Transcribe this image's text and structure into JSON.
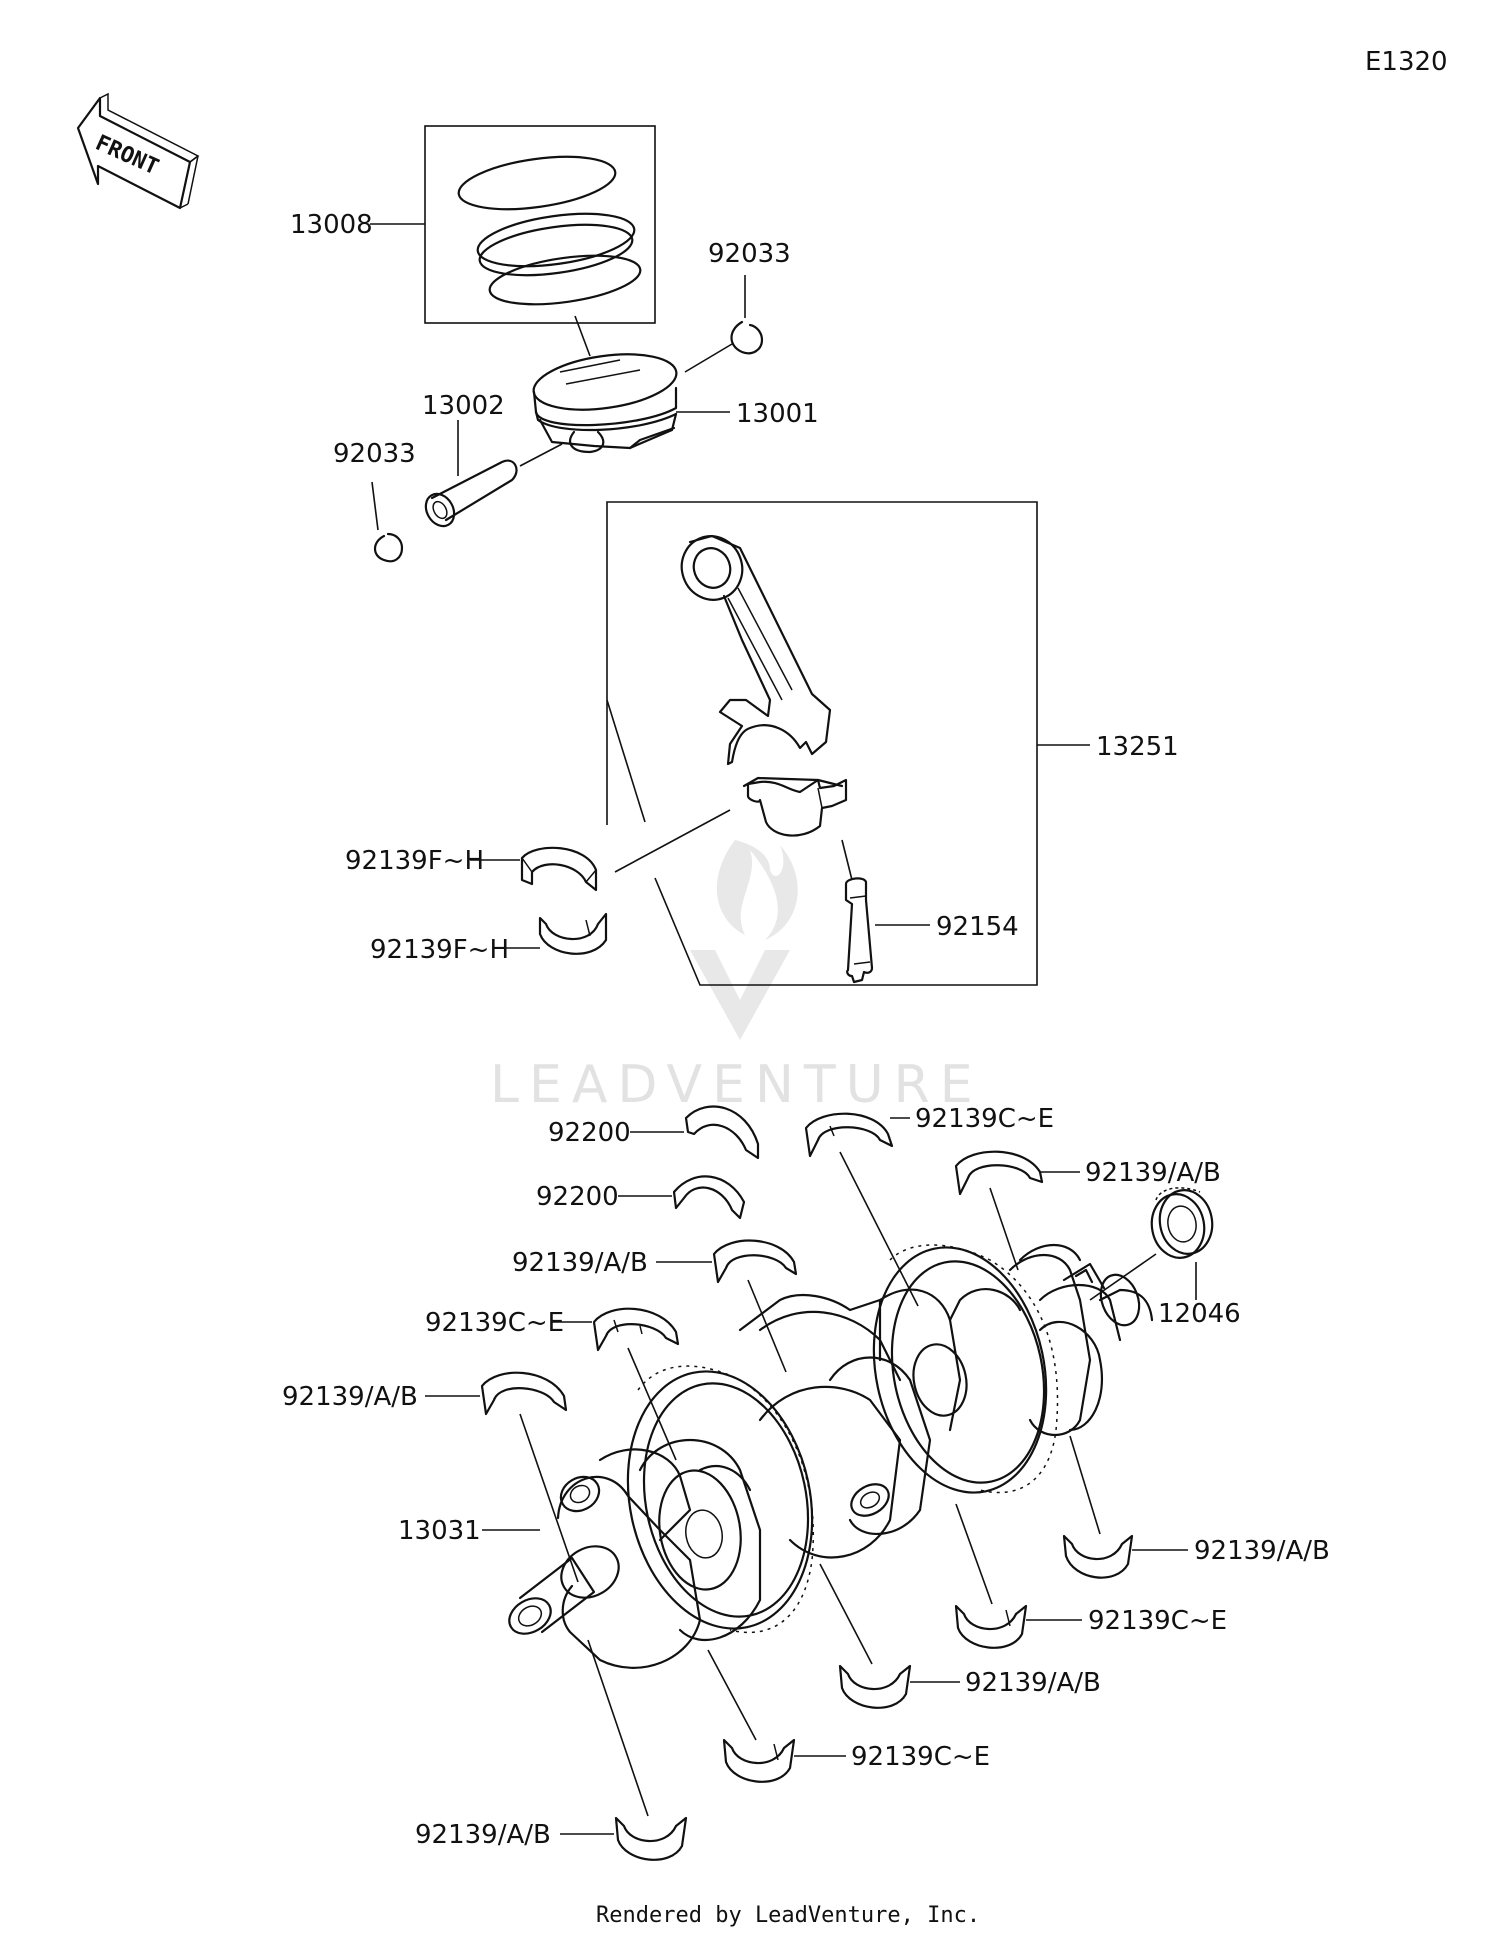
{
  "diagram_code": "E1320",
  "front_label": "FRONT",
  "watermark_text": "LEADVENTURE",
  "footer": "Rendered by LeadVenture, Inc.",
  "parts": {
    "p13008": "13008",
    "p92033_top": "92033",
    "p13002": "13002",
    "p13001": "13001",
    "p92033_left": "92033",
    "p13251": "13251",
    "p92139FH_1": "92139F~H",
    "p92139FH_2": "92139F~H",
    "p92154": "92154",
    "p92200_1": "92200",
    "p92200_2": "92200",
    "p92139CE_1": "92139C~E",
    "p92139AB_1": "92139/A/B",
    "p92139AB_2": "92139/A/B",
    "p92139CE_2": "92139C~E",
    "p92139AB_3": "92139/A/B",
    "p12046": "12046",
    "p13031": "13031",
    "p92139AB_4": "92139/A/B",
    "p92139CE_3": "92139C~E",
    "p92139AB_5": "92139/A/B",
    "p92139CE_4": "92139C~E",
    "p92139AB_6": "92139/A/B"
  }
}
